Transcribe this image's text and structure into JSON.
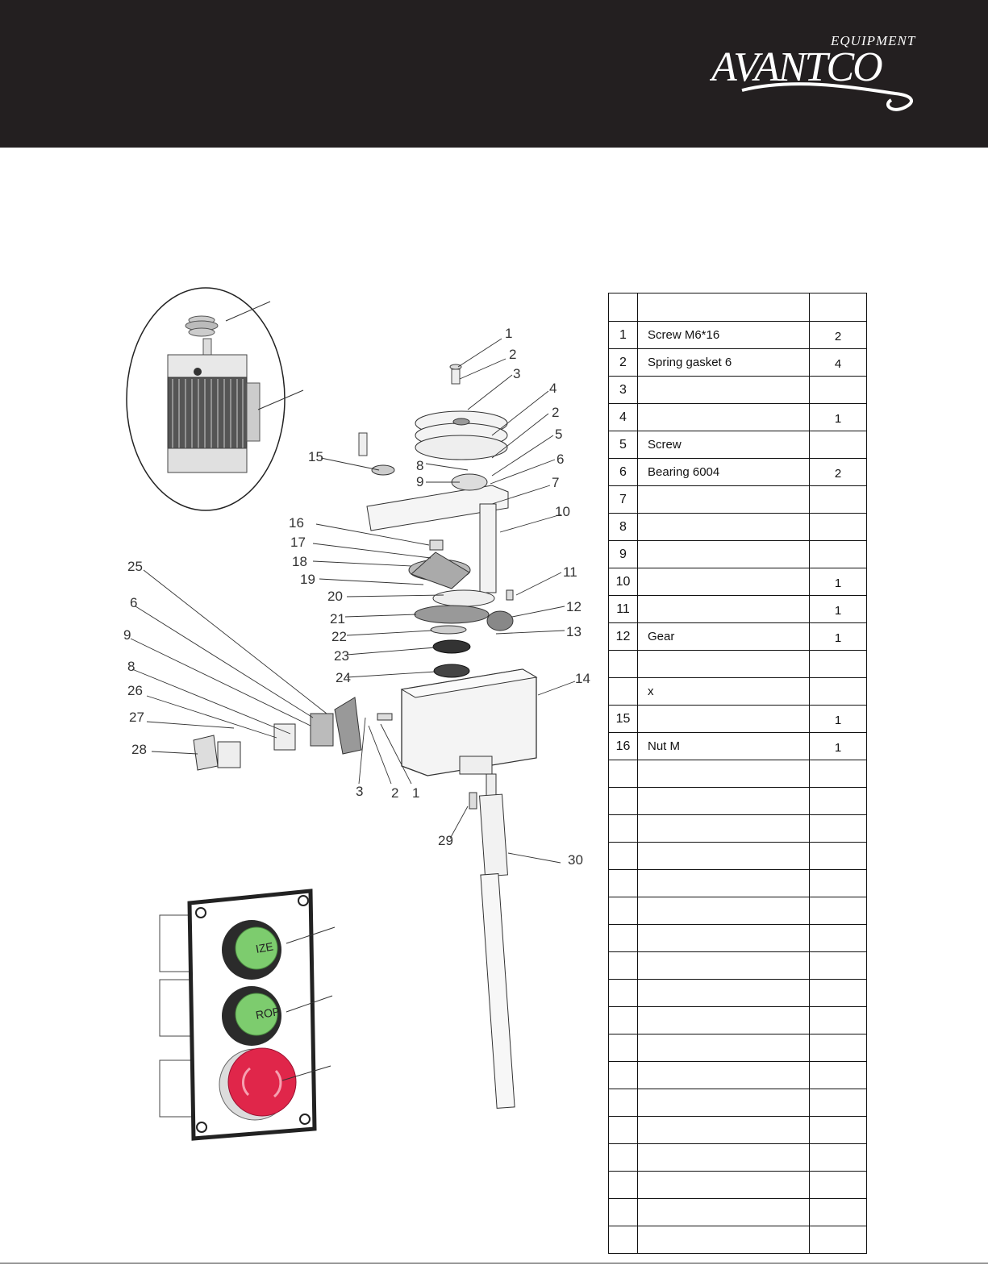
{
  "header": {
    "brand_top": "EQUIPMENT",
    "brand_main": "AVANTCO"
  },
  "callouts": {
    "c1a": "1",
    "c2a": "2",
    "c3a": "3",
    "c4": "4",
    "c2b": "2",
    "c5": "5",
    "c6a": "6",
    "c7": "7",
    "c8a": "8",
    "c9a": "9",
    "c10": "10",
    "c11": "11",
    "c12": "12",
    "c13": "13",
    "c14": "14",
    "c15": "15",
    "c16": "16",
    "c17": "17",
    "c18": "18",
    "c19": "19",
    "c20": "20",
    "c21": "21",
    "c22": "22",
    "c23": "23",
    "c24": "24",
    "c25": "25",
    "c6b": "6",
    "c9b": "9",
    "c8b": "8",
    "c26": "26",
    "c27": "27",
    "c28": "28",
    "c3b": "3",
    "c2c": "2",
    "c1b": "1",
    "c29": "29",
    "c30": "30"
  },
  "buttons": {
    "label_top": "IZE",
    "label_mid": "ROP"
  },
  "parts_table": {
    "header": [
      "",
      "",
      ""
    ],
    "rows": [
      {
        "no": "1",
        "desc": "Screw M6*16",
        "qty": "2"
      },
      {
        "no": "2",
        "desc": "Spring gasket 6",
        "qty": "4"
      },
      {
        "no": "3",
        "desc": "",
        "qty": ""
      },
      {
        "no": "4",
        "desc": "",
        "qty": "1"
      },
      {
        "no": "5",
        "desc": "Screw",
        "qty": ""
      },
      {
        "no": "6",
        "desc": "Bearing 6004",
        "qty": "2"
      },
      {
        "no": "7",
        "desc": "",
        "qty": ""
      },
      {
        "no": "8",
        "desc": "",
        "qty": ""
      },
      {
        "no": "9",
        "desc": "",
        "qty": ""
      },
      {
        "no": "10",
        "desc": "",
        "qty": "1"
      },
      {
        "no": "11",
        "desc": "",
        "qty": "1"
      },
      {
        "no": "12",
        "desc": "Gear",
        "qty": "1"
      },
      {
        "no": "",
        "desc": "",
        "qty": ""
      },
      {
        "no": "",
        "desc": "x",
        "qty": ""
      },
      {
        "no": "15",
        "desc": "",
        "qty": "1"
      },
      {
        "no": "16",
        "desc": "Nut M",
        "qty": "1"
      },
      {
        "no": "",
        "desc": "",
        "qty": ""
      },
      {
        "no": "",
        "desc": "",
        "qty": ""
      },
      {
        "no": "",
        "desc": "",
        "qty": ""
      },
      {
        "no": "",
        "desc": "",
        "qty": ""
      },
      {
        "no": "",
        "desc": "",
        "qty": ""
      },
      {
        "no": "",
        "desc": "",
        "qty": ""
      },
      {
        "no": "",
        "desc": "",
        "qty": ""
      },
      {
        "no": "",
        "desc": "",
        "qty": ""
      },
      {
        "no": "",
        "desc": "",
        "qty": ""
      },
      {
        "no": "",
        "desc": "",
        "qty": ""
      },
      {
        "no": "",
        "desc": "",
        "qty": ""
      },
      {
        "no": "",
        "desc": "",
        "qty": ""
      },
      {
        "no": "",
        "desc": "",
        "qty": ""
      },
      {
        "no": "",
        "desc": "",
        "qty": ""
      },
      {
        "no": "",
        "desc": "",
        "qty": ""
      },
      {
        "no": "",
        "desc": "",
        "qty": ""
      },
      {
        "no": "",
        "desc": "",
        "qty": ""
      },
      {
        "no": "",
        "desc": "",
        "qty": ""
      }
    ]
  },
  "colors": {
    "header_bg": "#231f20",
    "button_green": "#7dcc6e",
    "button_red": "#e0264a"
  }
}
